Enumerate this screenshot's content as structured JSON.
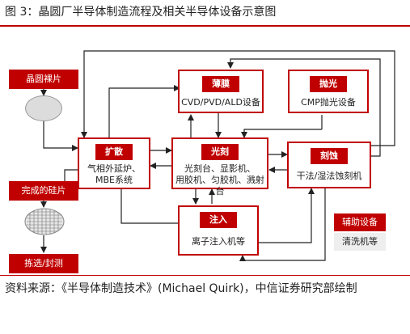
{
  "figure": {
    "title": "图 3：晶圆厂半导体制造流程及相关半导体设备示意图",
    "source": "资料来源：《半导体制造技术》(Michael Quirk)，中信证券研究部绘制"
  },
  "diagram": {
    "wafer_bare_label": "晶圆裸片",
    "wafer_done_label": "完成的硅片",
    "test_label": "拣选/封测",
    "diffusion": {
      "title": "扩散",
      "line1": "气相外延炉、",
      "line2": "MBE系统"
    },
    "film": {
      "title": "薄膜",
      "body": "CVD/PVD/ALD设备"
    },
    "polish": {
      "title": "抛光",
      "body": "CMP抛光设备"
    },
    "litho": {
      "title": "光刻",
      "line1": "光刻台、显影机、",
      "line2": "用胶机、匀胶机、溅射台"
    },
    "etch": {
      "title": "刻蚀",
      "body": "干法/湿法蚀刻机"
    },
    "implant": {
      "title": "注入",
      "body": "离子注入机等"
    },
    "aux": {
      "title": "辅助设备",
      "body": "清洗机等"
    }
  }
}
